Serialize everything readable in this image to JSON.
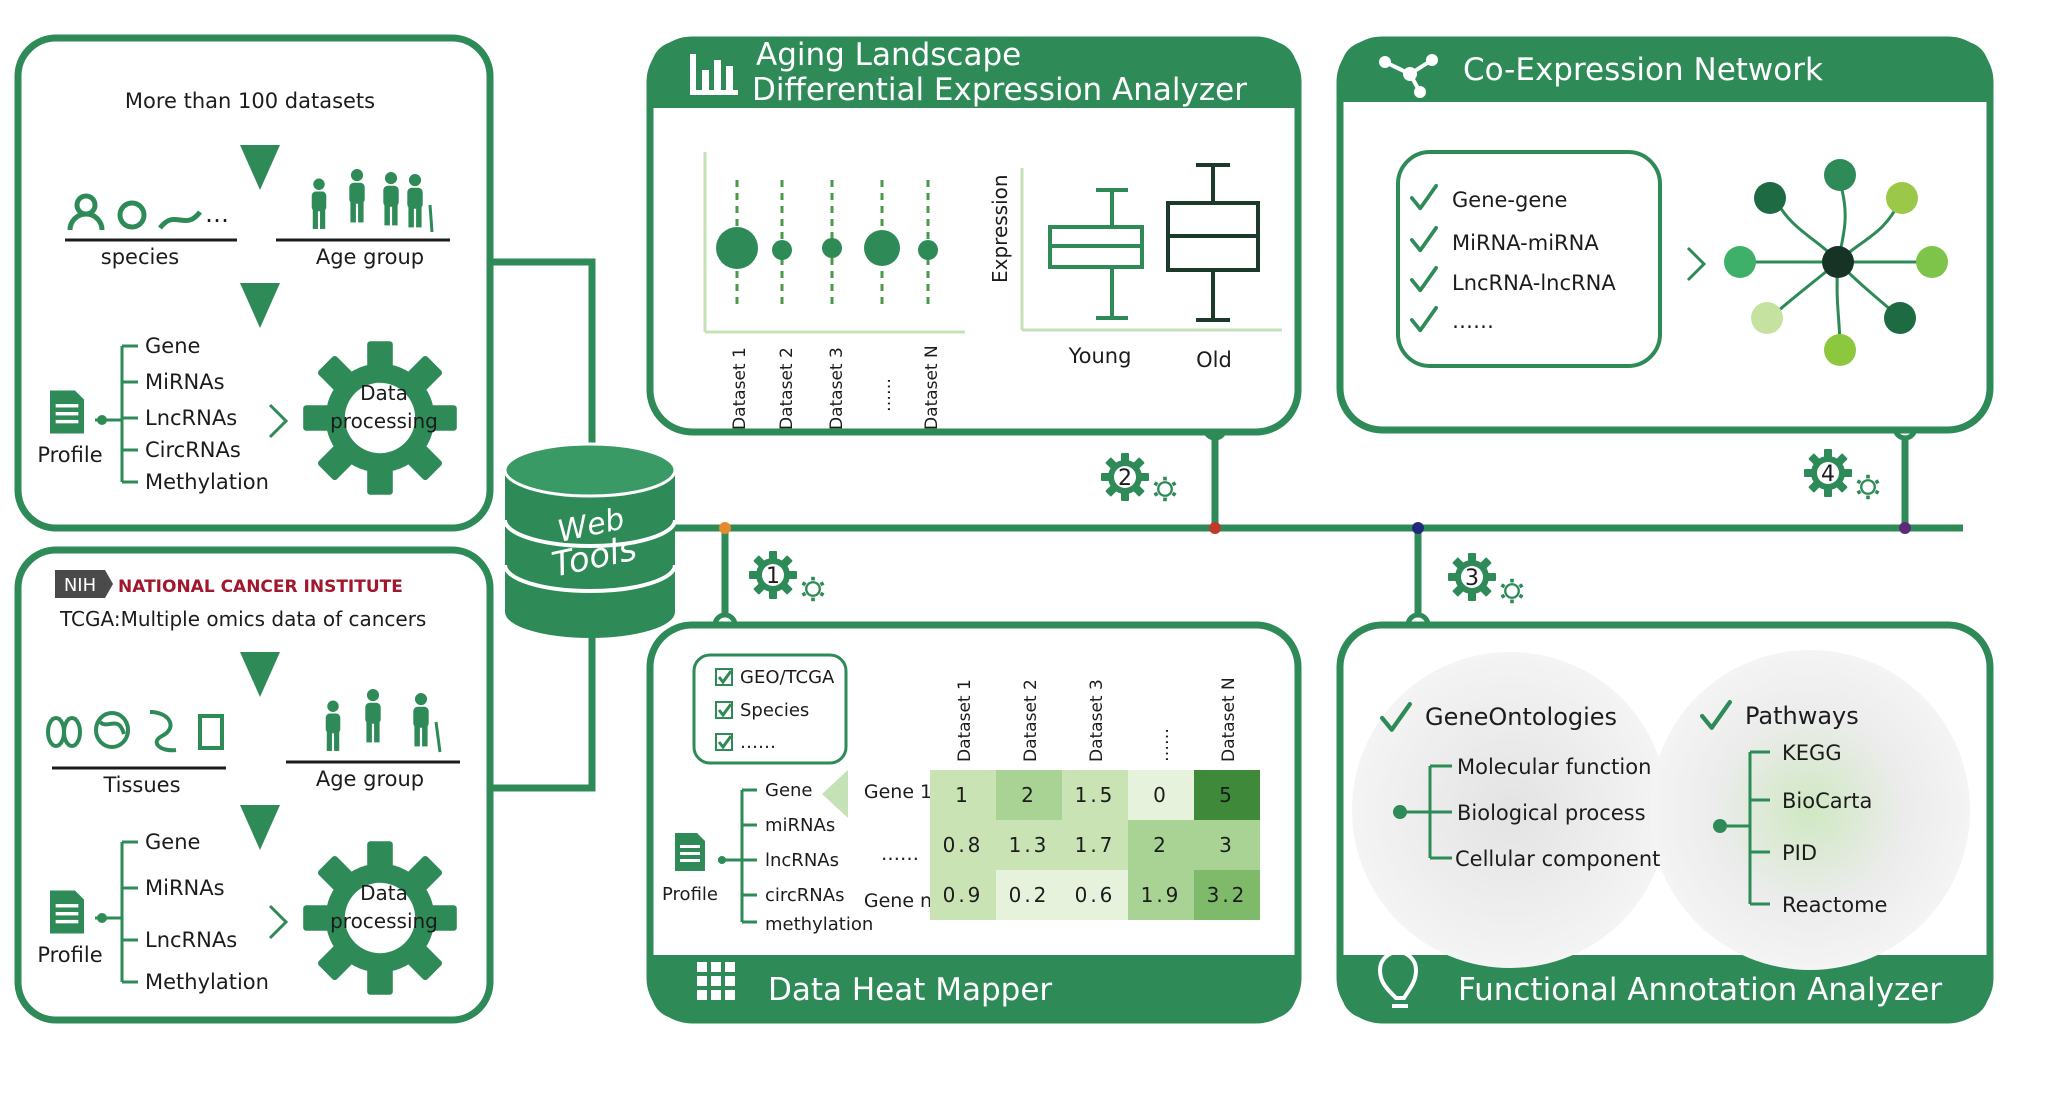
{
  "colors": {
    "primary": "#2e8b57",
    "dark": "#1e6b43",
    "light": "#c5e2b7",
    "heat": [
      "#e7f2dd",
      "#c9e3b5",
      "#a9d394",
      "#7fba6a",
      "#3f8a3a"
    ]
  },
  "left_top": {
    "datasets_label": "More than 100 datasets",
    "species_label": "species",
    "age_label": "Age group",
    "omics": [
      "Gene",
      "MiRNAs",
      "LncRNAs",
      "CircRNAs",
      "Methylation"
    ],
    "profile_label": "Profile",
    "processing": [
      "Data",
      "processing"
    ]
  },
  "left_bottom": {
    "nih_badge": "NIH",
    "nci_label": "NATIONAL CANCER INSTITUTE",
    "tcga_label": "TCGA:Multiple omics data of cancers",
    "tissues_label": "Tissues",
    "age_label": "Age group",
    "omics": [
      "Gene",
      "MiRNAs",
      "LncRNAs",
      "Methylation"
    ],
    "profile_label": "Profile",
    "processing": [
      "Data",
      "processing"
    ]
  },
  "db": {
    "line1": "Web",
    "line2": "Tools"
  },
  "aging": {
    "title1": "Aging Landscape",
    "title2": "Differential Expression Analyzer",
    "datasets": [
      "Dataset 1",
      "Dataset 2",
      "Dataset 3",
      "……",
      "Dataset N"
    ],
    "ylabel": "Expression",
    "groups": [
      "Young",
      "Old"
    ]
  },
  "coexp": {
    "title": "Co-Expression Network",
    "items": [
      "Gene-gene",
      "MiRNA-miRNA",
      "LncRNA-lncRNA",
      "……"
    ]
  },
  "heat": {
    "title": "Data Heat Mapper",
    "checks": [
      "GEO/TCGA",
      "Species",
      "……"
    ],
    "profile_label": "Profile",
    "omics": [
      "Gene",
      "miRNAs",
      "lncRNAs",
      "circRNAs",
      "methylation"
    ],
    "rows": [
      "Gene 1",
      "……",
      "Gene n"
    ],
    "cols": [
      "Dataset 1",
      "Dataset 2",
      "Dataset 3",
      "……",
      "Dataset N"
    ],
    "cells": [
      [
        "1",
        "2",
        "1.5",
        "0",
        "5"
      ],
      [
        "0.8",
        "1.3",
        "1.7",
        "2",
        "3"
      ],
      [
        "0.9",
        "0.2",
        "0.6",
        "1.9",
        "3.2"
      ]
    ]
  },
  "func": {
    "title": "Functional Annotation Analyzer",
    "go_title": "GeneOntologies",
    "go_items": [
      "Molecular function",
      "Biological process",
      "Cellular component"
    ],
    "pw_title": "Pathways",
    "pw_items": [
      "KEGG",
      "BioCarta",
      "PID",
      "Reactome"
    ]
  },
  "steps": [
    "1",
    "2",
    "3",
    "4"
  ]
}
